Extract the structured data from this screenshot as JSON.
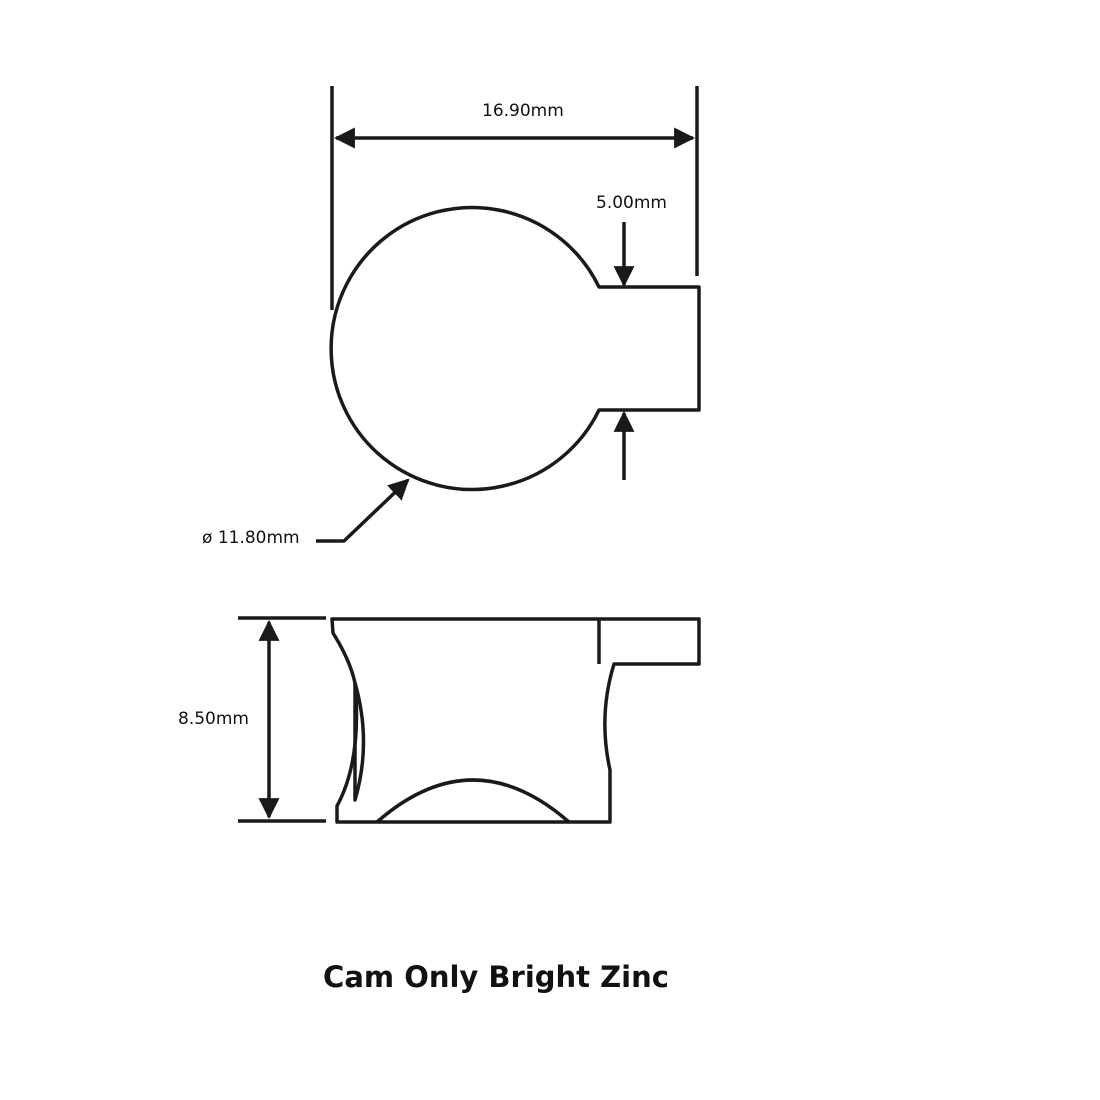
{
  "dimensions": {
    "overall_width": "16.90mm",
    "tab_width": "5.00mm",
    "diameter_symbol": "ø",
    "diameter": "11.80mm",
    "height": "8.50mm"
  },
  "title": "Cam Only Bright Zinc",
  "colors": {
    "line": "#1a1a1a",
    "background": "#ffffff"
  }
}
